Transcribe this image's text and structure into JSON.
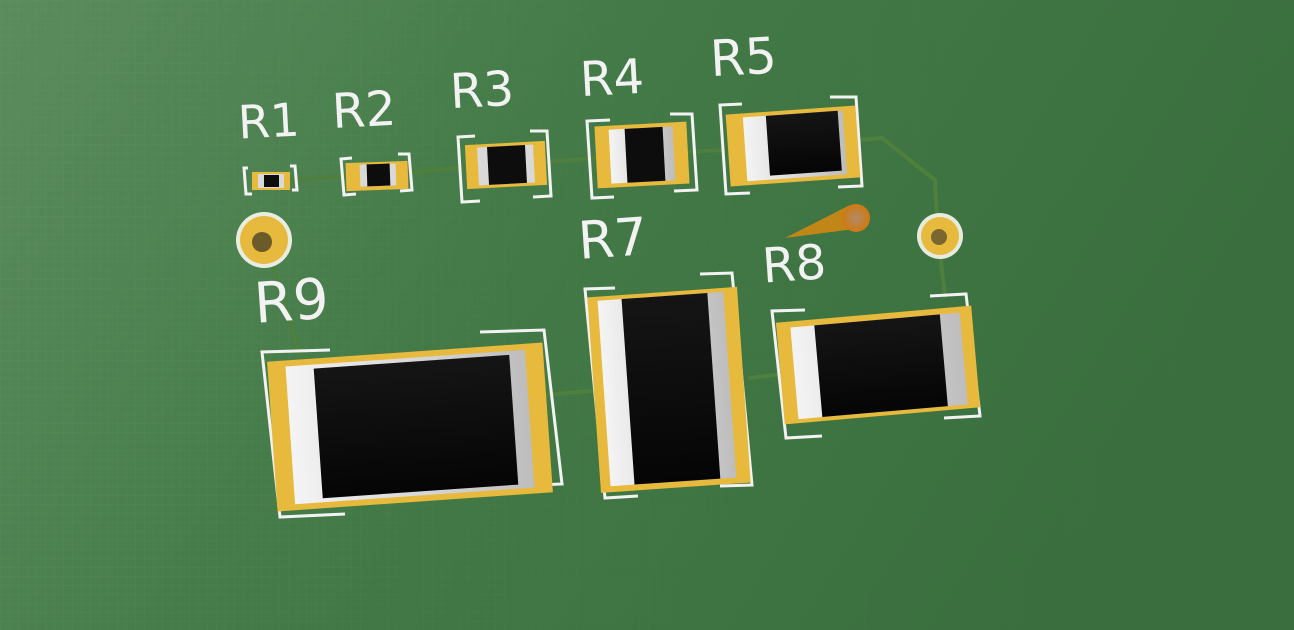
{
  "board": {
    "colors": {
      "pcb": "#3d7040",
      "silkscreen": "#f2f2f2",
      "pad": "#e7b93c",
      "trace": "#4b7d3a",
      "body": "#0d0d0d",
      "terminal": "#d9d9d9"
    }
  },
  "labels": {
    "r1": "R1",
    "r2": "R2",
    "r3": "R3",
    "r4": "R4",
    "r5": "R5",
    "r7": "R7",
    "r8": "R8",
    "r9": "R9"
  }
}
